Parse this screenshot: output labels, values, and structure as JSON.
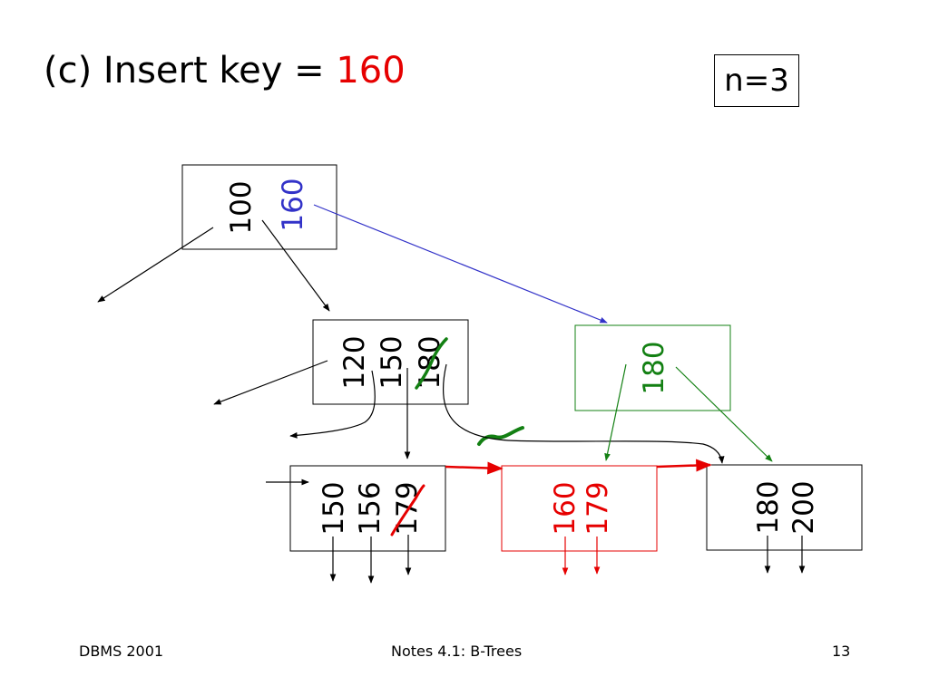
{
  "title": {
    "prefix": "(c) Insert key = ",
    "key": "160"
  },
  "order_label": "n=3",
  "nodes": {
    "root": {
      "keys": [
        "100",
        "160"
      ]
    },
    "internal_left": {
      "keys": [
        "120",
        "150",
        "180"
      ]
    },
    "internal_new": {
      "keys": [
        "180"
      ]
    },
    "leaf_left": {
      "keys": [
        "150",
        "156",
        "179"
      ]
    },
    "leaf_new": {
      "keys": [
        "160",
        "179"
      ]
    },
    "leaf_right": {
      "keys": [
        "180",
        "200"
      ]
    }
  },
  "footer": {
    "left": "DBMS 2001",
    "center": "Notes 4.1: B-Trees",
    "right": "13"
  },
  "colors": {
    "black": "#000000",
    "red": "#e60000",
    "green": "#138013",
    "blue": "#3232c8"
  }
}
